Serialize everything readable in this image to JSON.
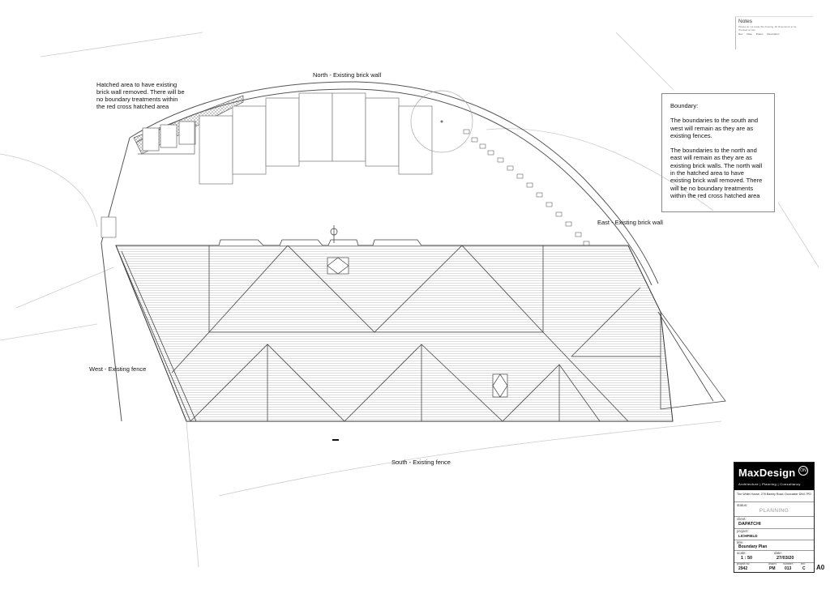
{
  "labels": {
    "north": "North - Existing brick wall",
    "east": "East - Existing brick wall",
    "west": "West - Existing fence",
    "south": "South - Existing fence",
    "hatched_note": "Hatched area to have existing brick wall removed. There will be no boundary treatments within the red cross hatched area"
  },
  "boundary_note": {
    "heading": "Boundary:",
    "para1": "The boundaries to the south and west will remain as they are as existing fences.",
    "para2": "The boundaries to the north and east will remain as they are as existing brick walls. The north wall in the hatched area to have existing brick wall removed. There will be no boundary treatments within the red cross hatched area"
  },
  "notes": {
    "title": "Notes",
    "subtitle": "Please do not scale this drawing. All dimensions to be checked on site.",
    "columns": [
      "Rev",
      "Date",
      "Drawn",
      "Description"
    ]
  },
  "title_block": {
    "brand": "MaxDesign",
    "brand_mark": "ON",
    "tagline": "Architecture | Planning | Consultancy",
    "address": "The White House, 278 Bawtry Road, Doncaster DN4 7PD",
    "status_label": "status:",
    "status": "PLANNING",
    "client_label": "client:",
    "client": "DAPATCHI",
    "project_label": "project:",
    "project": "LICHFIELD",
    "title_label": "title:",
    "title": "Boundary Plan",
    "scale_label": "scale:",
    "scale": "1 : 50",
    "date_label": "date:",
    "date": "27/03/20",
    "project_no_label": "project no:",
    "project_no": "2942",
    "drawn_label": "drawn:",
    "drawn": "PM",
    "number_label": "number:",
    "number": "013",
    "rev_label": "rev:",
    "rev": "C"
  },
  "sheet_size": "A0"
}
